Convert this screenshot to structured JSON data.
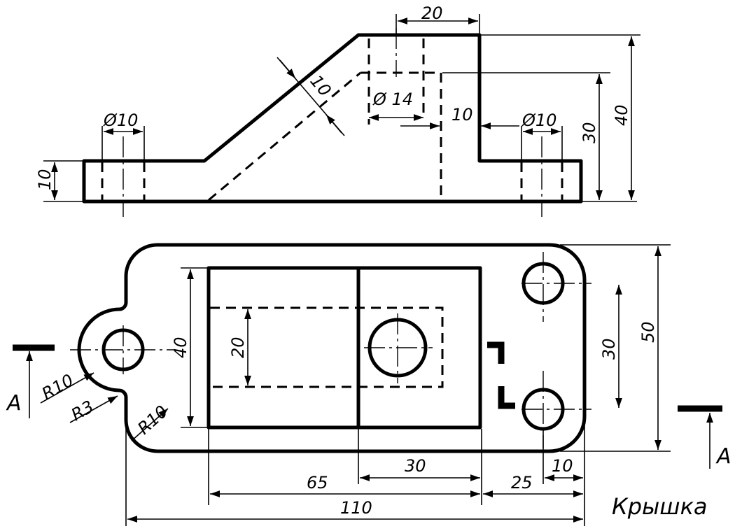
{
  "caption": "Крышка",
  "section_mark": "A",
  "dimensions": {
    "top_width": "20",
    "rib_thickness": "10",
    "bore_dia": "Ø 14",
    "wall_thickness": "10",
    "hole_left_dia": "Ø10",
    "hole_right_dia": "Ø10",
    "base_thickness": "10",
    "height_30": "30",
    "height_40": "40",
    "plan_inner_height": "40",
    "plan_slot_height": "20",
    "plan_hole_spacing": "30",
    "plan_overall_width": "50",
    "radius_lug": "R10",
    "radius_fillet": "R3",
    "radius_corner": "R10",
    "len_65": "65",
    "len_30": "30",
    "len_25": "25",
    "len_10": "10",
    "len_110": "110"
  }
}
